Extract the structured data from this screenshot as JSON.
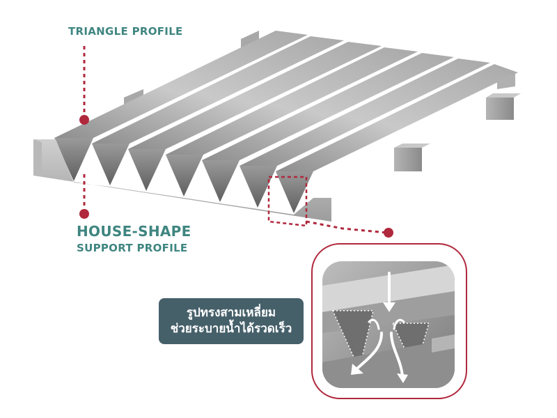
{
  "labels": {
    "triangle_profile": "TRIANGLE PROFILE",
    "house_shape_line1": "HOUSE-SHAPE",
    "house_shape_line2": "SUPPORT PROFILE"
  },
  "callout": {
    "line1": "รูปทรงสามเหลี่ยม",
    "line2": "ช่วยระบายน้ำได้รวดเร็ว"
  },
  "colors": {
    "teal": "#3f8580",
    "marker": "#b0283c",
    "callout_bg": "#46606a",
    "steel_light": "#d2d2d2",
    "steel_dark": "#8c8c8c"
  }
}
